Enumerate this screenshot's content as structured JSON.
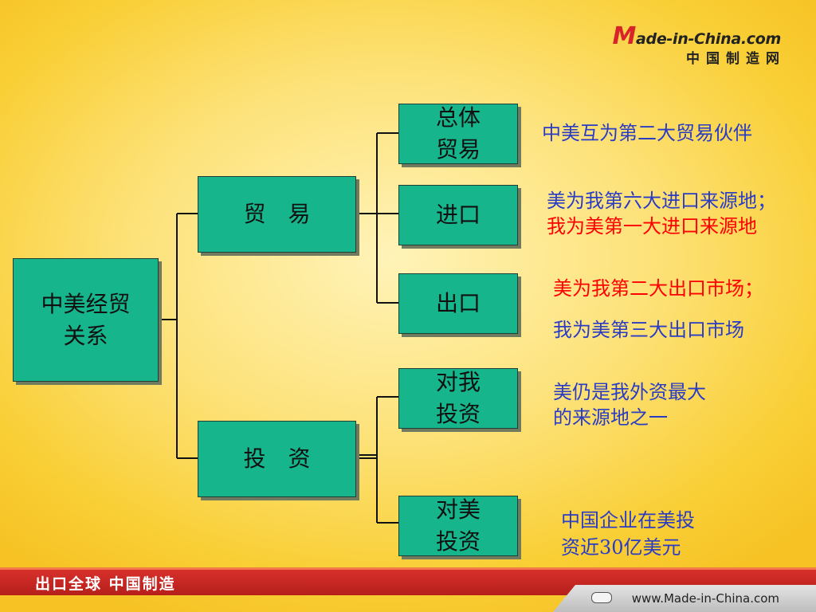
{
  "logo": {
    "mark": "M",
    "domain": "ade-in-China.com",
    "cn": "中国制造网"
  },
  "diagram": {
    "root": "中美经贸\n关系",
    "branches": {
      "trade": "贸　易",
      "investment": "投　资"
    },
    "leaves": {
      "overall_trade": "总体\n贸易",
      "import": "进口",
      "export": "出口",
      "inbound_investment": "对我\n投资",
      "outbound_investment": "对美\n投资"
    }
  },
  "notes": {
    "overall_trade": "中美互为第二大贸易伙伴",
    "import_line1": "美为我第六大进口来源地；",
    "import_line2": "我为美第一大进口来源地",
    "export_line1": "美为我第二大出口市场；",
    "export_line2": "我为美第三大出口市场",
    "inbound_line1": "美仍是我外资最大",
    "inbound_line2": "的来源地之一",
    "outbound_line1": "中国企业在美投",
    "outbound_line2": "资近30亿美元"
  },
  "colors": {
    "box_fill": "#17b58c",
    "note_blue": "#2b3cc4",
    "note_red": "#ff0000",
    "footer_red": "#c8261f"
  },
  "footer": {
    "slogan": "出口全球 中国制造",
    "url": "www.Made-in-China.com"
  }
}
